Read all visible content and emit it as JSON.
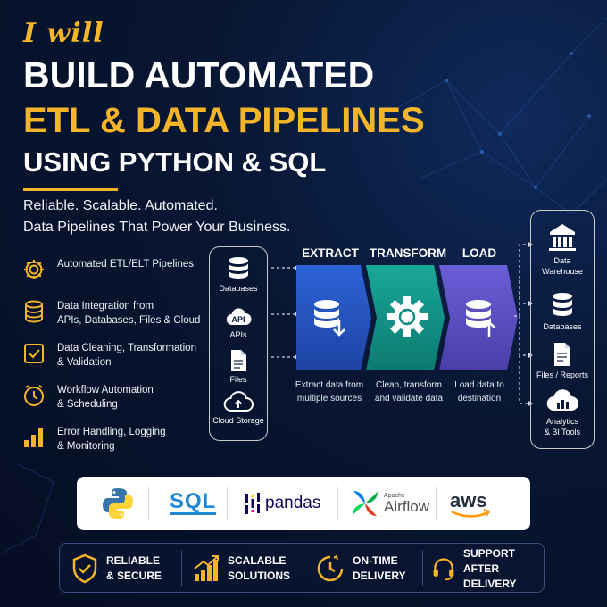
{
  "header": {
    "intro": "I will",
    "line1": "BUILD AUTOMATED",
    "line2": "ETL & DATA PIPELINES",
    "line3": "USING PYTHON & SQL",
    "tagline1": "Reliable. Scalable. Automated.",
    "tagline2": "Data Pipelines That Power Your Business."
  },
  "colors": {
    "accent": "#f5b52a",
    "extract": "#2a56c2",
    "transform": "#159a8e",
    "load": "#5a4fc8"
  },
  "features": [
    {
      "icon": "gear-icon",
      "text": "Automated ETL/ELT Pipelines"
    },
    {
      "icon": "database-icon",
      "text": "Data Integration from\nAPIs, Databases, Files & Cloud"
    },
    {
      "icon": "checkbox-icon",
      "text": "Data Cleaning, Transformation\n& Validation"
    },
    {
      "icon": "clock-icon",
      "text": "Workflow Automation\n& Scheduling"
    },
    {
      "icon": "bar-chart-icon",
      "text": "Error Handling, Logging\n& Monitoring"
    }
  ],
  "sources": [
    {
      "icon": "database-icon",
      "label": "Databases"
    },
    {
      "icon": "api-icon",
      "icon_text": "API",
      "label": "APIs"
    },
    {
      "icon": "file-icon",
      "label": "Files"
    },
    {
      "icon": "cloud-icon",
      "label": "Cloud Storage"
    }
  ],
  "stages": [
    {
      "title": "EXTRACT",
      "caption": "Extract data from\nmultiple sources"
    },
    {
      "title": "TRANSFORM",
      "caption": "Clean, transform\nand validate data"
    },
    {
      "title": "LOAD",
      "caption": "Load data to\ndestination"
    }
  ],
  "destinations": [
    {
      "icon": "warehouse-icon",
      "label": "Data\nWarehouse"
    },
    {
      "icon": "database-icon",
      "label": "Databases"
    },
    {
      "icon": "report-icon",
      "label": "Files / Reports"
    },
    {
      "icon": "cloud-chart-icon",
      "label": "Analytics\n& BI Tools"
    }
  ],
  "tech": {
    "python": "python-logo",
    "sql": "SQL",
    "pandas": "pandas",
    "airflow_small": "Apache",
    "airflow": "Airflow",
    "aws": "aws"
  },
  "benefits": [
    {
      "icon": "shield-check-icon",
      "text": "RELIABLE\n& SECURE"
    },
    {
      "icon": "growth-chart-icon",
      "text": "SCALABLE\nSOLUTIONS"
    },
    {
      "icon": "clock-check-icon",
      "text": "ON-TIME\nDELIVERY"
    },
    {
      "icon": "headset-icon",
      "text": "SUPPORT\nAFTER DELIVERY"
    }
  ]
}
